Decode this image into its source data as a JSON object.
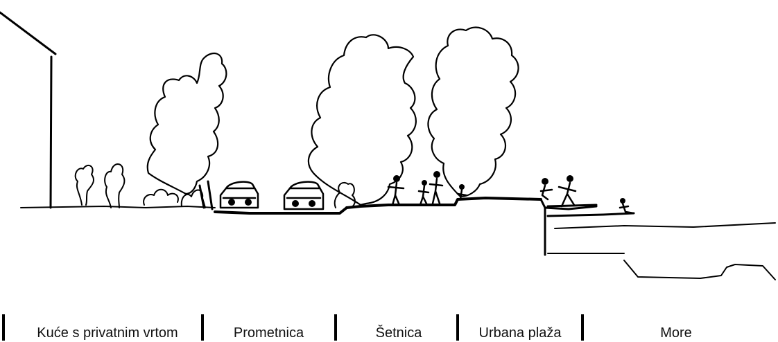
{
  "zones": [
    {
      "label": "Kuće s privatnim vrtom"
    },
    {
      "label": "Prometnica"
    },
    {
      "label": "Šetnica"
    },
    {
      "label": "Urbana plaža"
    },
    {
      "label": "More"
    }
  ],
  "colors": {
    "ink": "#000000",
    "background": "#ffffff",
    "text": "#111111"
  }
}
